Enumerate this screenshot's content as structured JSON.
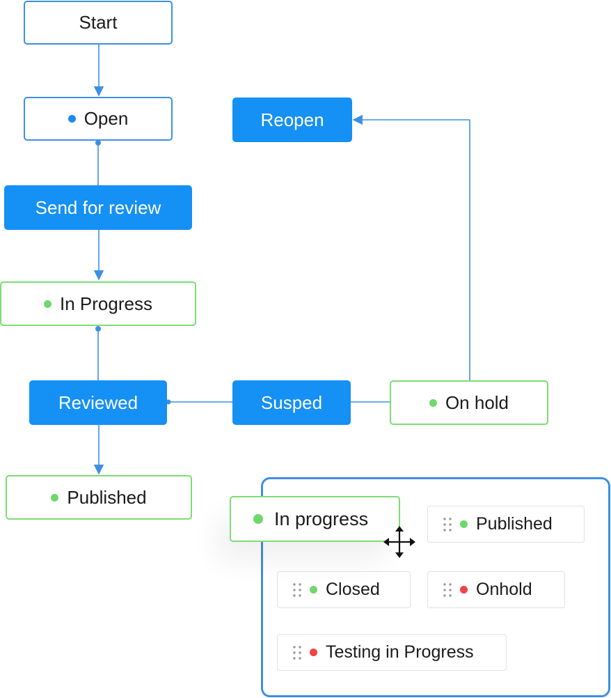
{
  "flow": {
    "start": "Start",
    "open": "Open",
    "send_for_review": "Send for review",
    "in_progress": "In Progress",
    "reviewed": "Reviewed",
    "published": "Published",
    "reopen": "Reopen",
    "susped": "Susped",
    "on_hold": "On hold"
  },
  "panel": {
    "dragging": "In progress",
    "chips": {
      "published": "Published",
      "closed": "Closed",
      "onhold": "Onhold",
      "testing": "Testing in Progress"
    }
  },
  "colors": {
    "accent": "#1590f4",
    "outline": "#3e8fe4",
    "green": "#6ed86a",
    "red": "#ef4444"
  },
  "icons": [
    "status-dot",
    "drag-handle-icon",
    "move-cursor-icon"
  ]
}
